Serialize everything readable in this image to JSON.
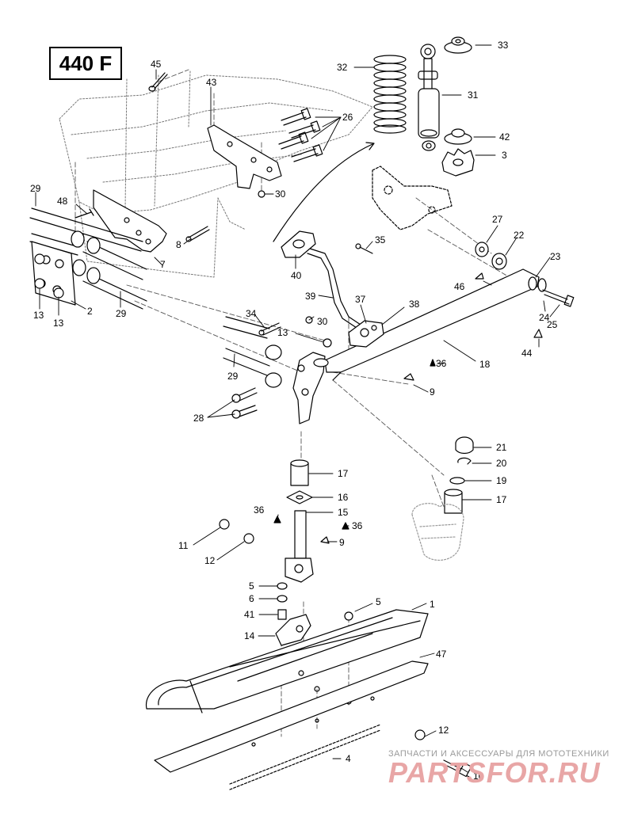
{
  "model_label": "440 F",
  "watermark": {
    "text": "ЗАПЧАСТИ И АКСЕССУАРЫ ДЛЯ МОТОТЕХНИКИ",
    "logo": "PARTSFOR.RU"
  },
  "callouts": {
    "c33": "33",
    "c32": "32",
    "c31": "31",
    "c42": "42",
    "c3": "3",
    "c45": "45",
    "c43": "43",
    "c26": "26",
    "c30a": "30",
    "c29a": "29",
    "c48": "48",
    "c8": "8",
    "c7": "7",
    "c13a": "13",
    "c13b": "13",
    "c2": "2",
    "c29b": "29",
    "c27": "27",
    "c22": "22",
    "c23": "23",
    "c46": "46",
    "c24": "24",
    "c25": "25",
    "c44": "44",
    "c35": "35",
    "c40": "40",
    "c39": "39",
    "c37": "37",
    "c38": "38",
    "c34": "34",
    "c30b": "30",
    "c13c": "13",
    "c36a": "36",
    "c18": "18",
    "c9a": "9",
    "c29c": "29",
    "c28": "28",
    "c21": "21",
    "c20": "20",
    "c19": "19",
    "c17b": "17",
    "c17a": "17",
    "c16": "16",
    "c15": "15",
    "c36b": "36",
    "c36c": "36",
    "c9b": "9",
    "c11": "11",
    "c12a": "12",
    "c5a": "5",
    "c6": "6",
    "c41": "41",
    "c14": "14",
    "c5b": "5",
    "c1": "1",
    "c47": "47",
    "c12b": "12",
    "c10": "10",
    "c4": "4"
  }
}
